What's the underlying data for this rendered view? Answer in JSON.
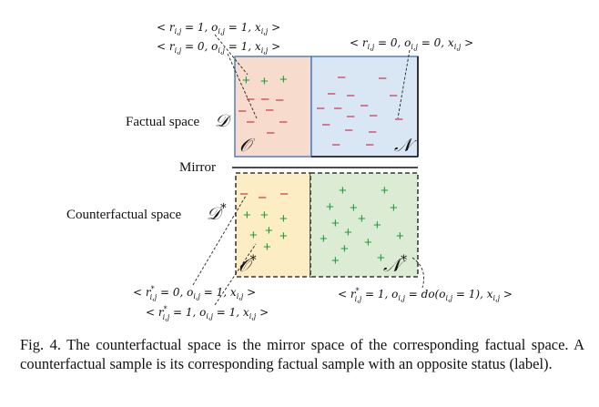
{
  "annotations": {
    "top_1": "< r",
    "top_1_sub": "i,j",
    "top_1_rest": " = 1, o",
    "top_1_sub2": "i,j",
    "top_1_rest2": " = 1, x",
    "top_1_sub3": "i,j",
    "top_1_end": " >",
    "top_2": "< r",
    "top_2_sub": "i,j",
    "top_2_rest": " = 0, o",
    "top_2_sub2": "i,j",
    "top_2_rest2": " = 1, x",
    "top_2_sub3": "i,j",
    "top_2_end": " >",
    "top_3": "< r",
    "top_3_sub": "i,j",
    "top_3_rest": " = 0, o",
    "top_3_sub2": "i,j",
    "top_3_rest2": " = 0, x",
    "top_3_sub3": "i,j",
    "top_3_end": " >",
    "bot_1": "< r",
    "bot_1_sup": "*",
    "bot_1_sub": "i,j",
    "bot_1_rest": " = 0, o",
    "bot_1_sub2": "i,j",
    "bot_1_rest2": " = 1, x",
    "bot_1_sub3": "i,j",
    "bot_1_end": " >",
    "bot_2": "< r",
    "bot_2_sup": "*",
    "bot_2_sub": "i,j",
    "bot_2_rest": " = 1, o",
    "bot_2_sub2": "i,j",
    "bot_2_rest2": " = 1, x",
    "bot_2_sub3": "i,j",
    "bot_2_end": " >",
    "bot_3": "< r",
    "bot_3_sup": "*",
    "bot_3_sub": "i,j",
    "bot_3_rest": " = 1, o",
    "bot_3_sub2": "i,j",
    "bot_3_rest2": " = do(o",
    "bot_3_sub3": "i,j",
    "bot_3_rest3": " = 1), x",
    "bot_3_sub4": "i,j",
    "bot_3_end": " >"
  },
  "labels": {
    "factual": "Factual space",
    "factual_symbol": "𝒟",
    "mirror": "Mirror",
    "counterfactual": "Counterfactual space",
    "counterfactual_symbol": "𝒟",
    "counterfactual_star": "*"
  },
  "regions": {
    "O": "𝒪",
    "N": "𝒩",
    "O_star": "𝒪",
    "N_star": "𝒩",
    "star": "*"
  },
  "colors": {
    "factual_O": "#f7dccd",
    "factual_N": "#d9e6f4",
    "cf_O": "#fdedc4",
    "cf_N": "#dcebd3",
    "plus": "#1f9a3a",
    "minus": "#c8102e",
    "blue_border": "#4f7ec8"
  },
  "symbols": {
    "plus": "+",
    "minus": "–"
  },
  "caption": "Fig. 4.   The counterfactual space is the mirror space of the corresponding factual space. A counterfactual sample is its corresponding factual sample with an opposite status (label)."
}
